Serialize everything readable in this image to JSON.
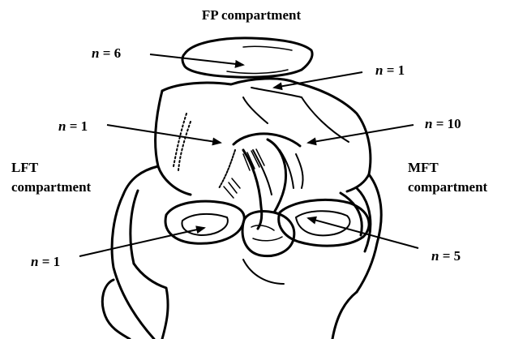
{
  "title": "FP compartment",
  "left_compartment": {
    "line1": "LFT",
    "line2": "compartment"
  },
  "right_compartment": {
    "line1": "MFT",
    "line2": "compartment"
  },
  "counts": {
    "patella": {
      "n": "n",
      "eq": " = 6"
    },
    "trochlea_right": {
      "n": "n",
      "eq": " = 1"
    },
    "notch_left": {
      "n": "n",
      "eq": " = 1"
    },
    "notch_right": {
      "n": "n",
      "eq": " = 10"
    },
    "lateral_meniscus": {
      "n": "n",
      "eq": " = 1"
    },
    "medial_meniscus": {
      "n": "n",
      "eq": " = 5"
    }
  }
}
